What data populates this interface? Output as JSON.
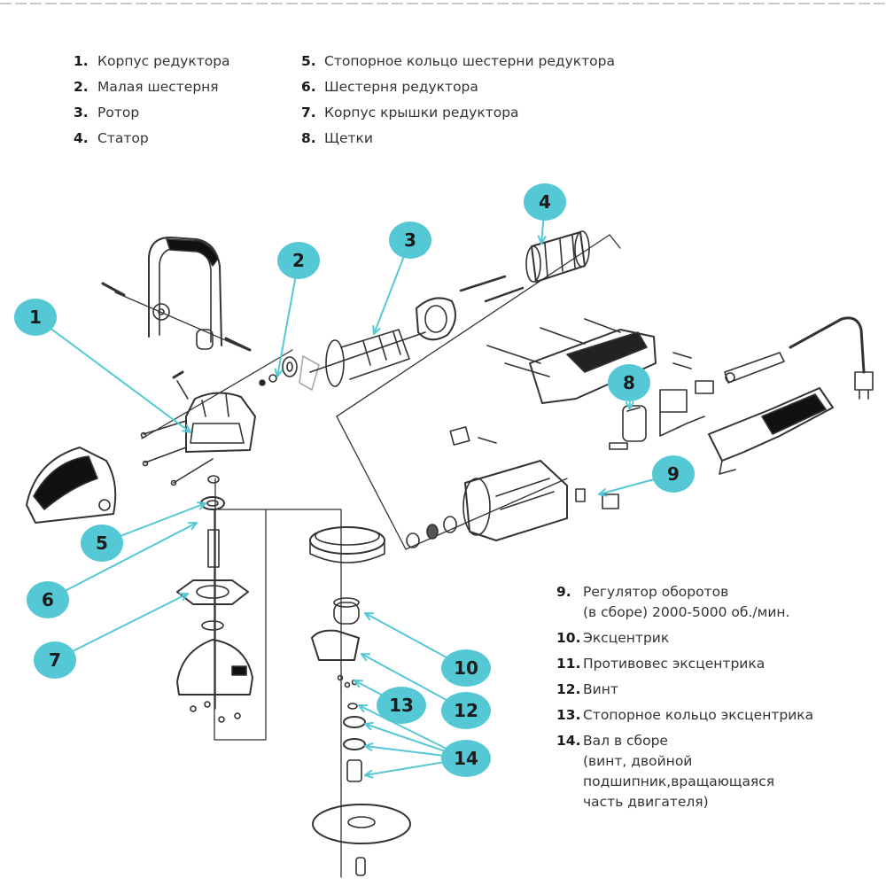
{
  "accent_color": "#55c8d6",
  "line_color": "#333333",
  "legend": {
    "col1": [
      {
        "num": "1.",
        "text": "Корпус редуктора"
      },
      {
        "num": "2.",
        "text": "Малая шестерня"
      },
      {
        "num": "3.",
        "text": "Ротор"
      },
      {
        "num": "4.",
        "text": "Статор"
      }
    ],
    "col2": [
      {
        "num": "5.",
        "text": "Стопорное кольцо шестерни редуктора"
      },
      {
        "num": "6.",
        "text": "Шестерня редуктора"
      },
      {
        "num": "7.",
        "text": "Корпус крышки редуктора"
      },
      {
        "num": "8.",
        "text": "Щетки"
      }
    ],
    "col3": [
      {
        "num": "9.",
        "text": "Регулятор оборотов\n(в сборе) 2000-5000 об./мин."
      },
      {
        "num": "10.",
        "text": "Эксцентрик"
      },
      {
        "num": "11.",
        "text": "Противовес эксцентрика"
      },
      {
        "num": "12.",
        "text": "Винт"
      },
      {
        "num": "13.",
        "text": "Стопорное кольцо эксцентрика"
      },
      {
        "num": "14.",
        "text": "Вал в сборе\n(винт, двойной\nподшипник,вращающаяся\nчасть двигателя)"
      }
    ]
  },
  "callouts": [
    {
      "label": "1"
    },
    {
      "label": "2"
    },
    {
      "label": "3"
    },
    {
      "label": "4"
    },
    {
      "label": "5"
    },
    {
      "label": "6"
    },
    {
      "label": "7"
    },
    {
      "label": "8"
    },
    {
      "label": "9"
    },
    {
      "label": "10"
    },
    {
      "label": "12"
    },
    {
      "label": "13"
    },
    {
      "label": "14"
    }
  ]
}
